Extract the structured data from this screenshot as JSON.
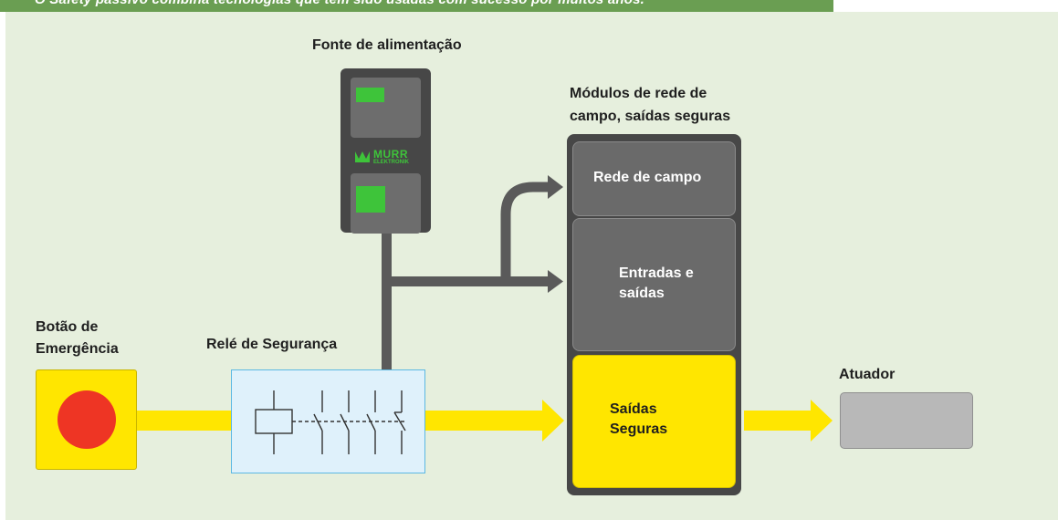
{
  "banner": {
    "text": "O Safety passivo combina tecnologias que têm sido usadas com sucesso por muitos anos."
  },
  "labels": {
    "power_supply": "Fonte de alimentação",
    "modules_line1": "Módulos de rede de",
    "modules_line2": "campo, saídas seguras",
    "emergency_line1": "Botão de",
    "emergency_line2": "Emergência",
    "safety_relay": "Relé de Segurança",
    "actuator": "Atuador"
  },
  "psu": {
    "brand": "MURR",
    "brand_sub": "ELEKTRONIK"
  },
  "modules": {
    "fieldbus": "Rede de campo",
    "io_line1": "Entradas e",
    "io_line2": "saídas",
    "safe_line1": "Saídas",
    "safe_line2": "Seguras"
  },
  "colors": {
    "panel": "#e6efdd",
    "banner": "#6a9e52",
    "yellow": "#ffe600",
    "dark_gray": "#474747",
    "red": "#ee3524",
    "led_green": "#3ec43a",
    "relay_fill": "#dff1fb"
  }
}
